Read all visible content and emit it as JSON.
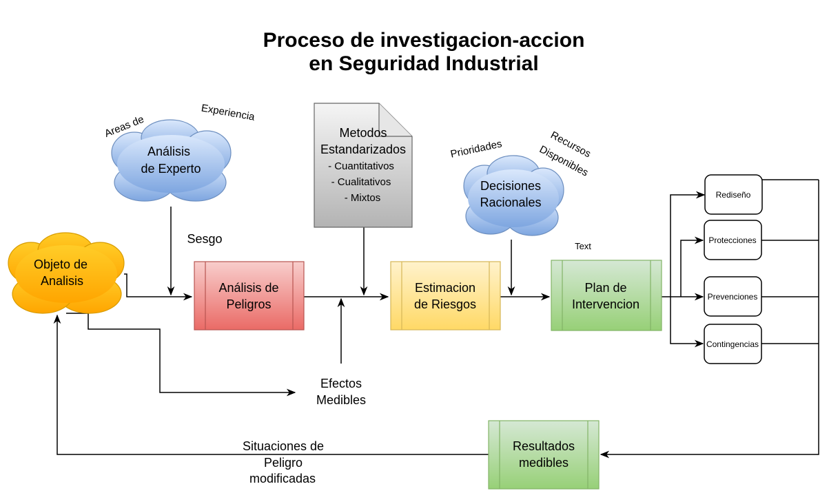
{
  "title": {
    "line1": "Proceso de investigacion-accion",
    "line2": "en Seguridad Industrial"
  },
  "nodes": {
    "objeto": {
      "line1": "Objeto de",
      "line2": "Analisis"
    },
    "analisis_experto": {
      "line1": "Análisis",
      "line2": "de Experto"
    },
    "analisis_peligros": {
      "line1": "Análisis de",
      "line2": "Peligros"
    },
    "metodos": {
      "line1": "Metodos",
      "line2": "Estandarizados",
      "item1": "- Cuantitativos",
      "item2": "- Cualitativos",
      "item3": "- Mixtos"
    },
    "estimacion": {
      "line1": "Estimacion",
      "line2": "de Riesgos"
    },
    "decisiones": {
      "line1": "Decisiones",
      "line2": "Racionales"
    },
    "plan": {
      "line1": "Plan de",
      "line2": "Intervencion"
    },
    "rediseno": "Rediseño",
    "protecciones": "Protecciones",
    "prevenciones": "Prevenciones",
    "contingencias": "Contingencias",
    "resultados": {
      "line1": "Resultados",
      "line2": "medibles"
    }
  },
  "labels": {
    "areas_de": "Areas de",
    "experiencia": "Experiencia",
    "sesgo": "Sesgo",
    "prioridades": "Prioridades",
    "recursos": "Recursos",
    "disponibles": "Disponibles",
    "text": "Text",
    "efectos_line1": "Efectos",
    "efectos_line2": "Medibles",
    "situaciones_line1": "Situaciones de",
    "situaciones_line2": "Peligro",
    "situaciones_line3": "modificadas"
  },
  "colors": {
    "cloud_blue": "#7ea6e0",
    "cloud_orange": "#ffb400",
    "red_process": "#e06666",
    "yellow_process": "#ffd966",
    "green_process": "#82c46c",
    "document_gray": "#b3b3b3"
  }
}
